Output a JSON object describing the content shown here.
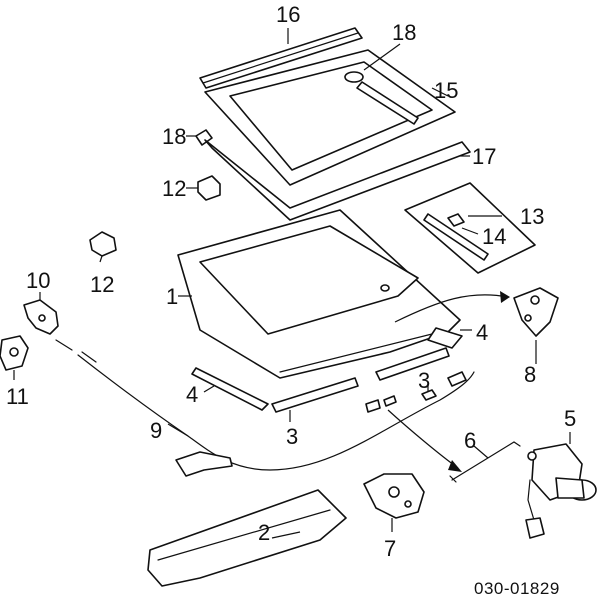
{
  "diagram": {
    "reference_code": "030-01829",
    "callouts": {
      "c1": "1",
      "c2": "2",
      "c3a": "3",
      "c3b": "3",
      "c4a": "4",
      "c4b": "4",
      "c5": "5",
      "c6": "6",
      "c7": "7",
      "c8": "8",
      "c9": "9",
      "c10": "10",
      "c11": "11",
      "c12a": "12",
      "c12b": "12",
      "c13": "13",
      "c14": "14",
      "c15": "15",
      "c16": "16",
      "c17": "17",
      "c18a": "18",
      "c18b": "18"
    }
  }
}
